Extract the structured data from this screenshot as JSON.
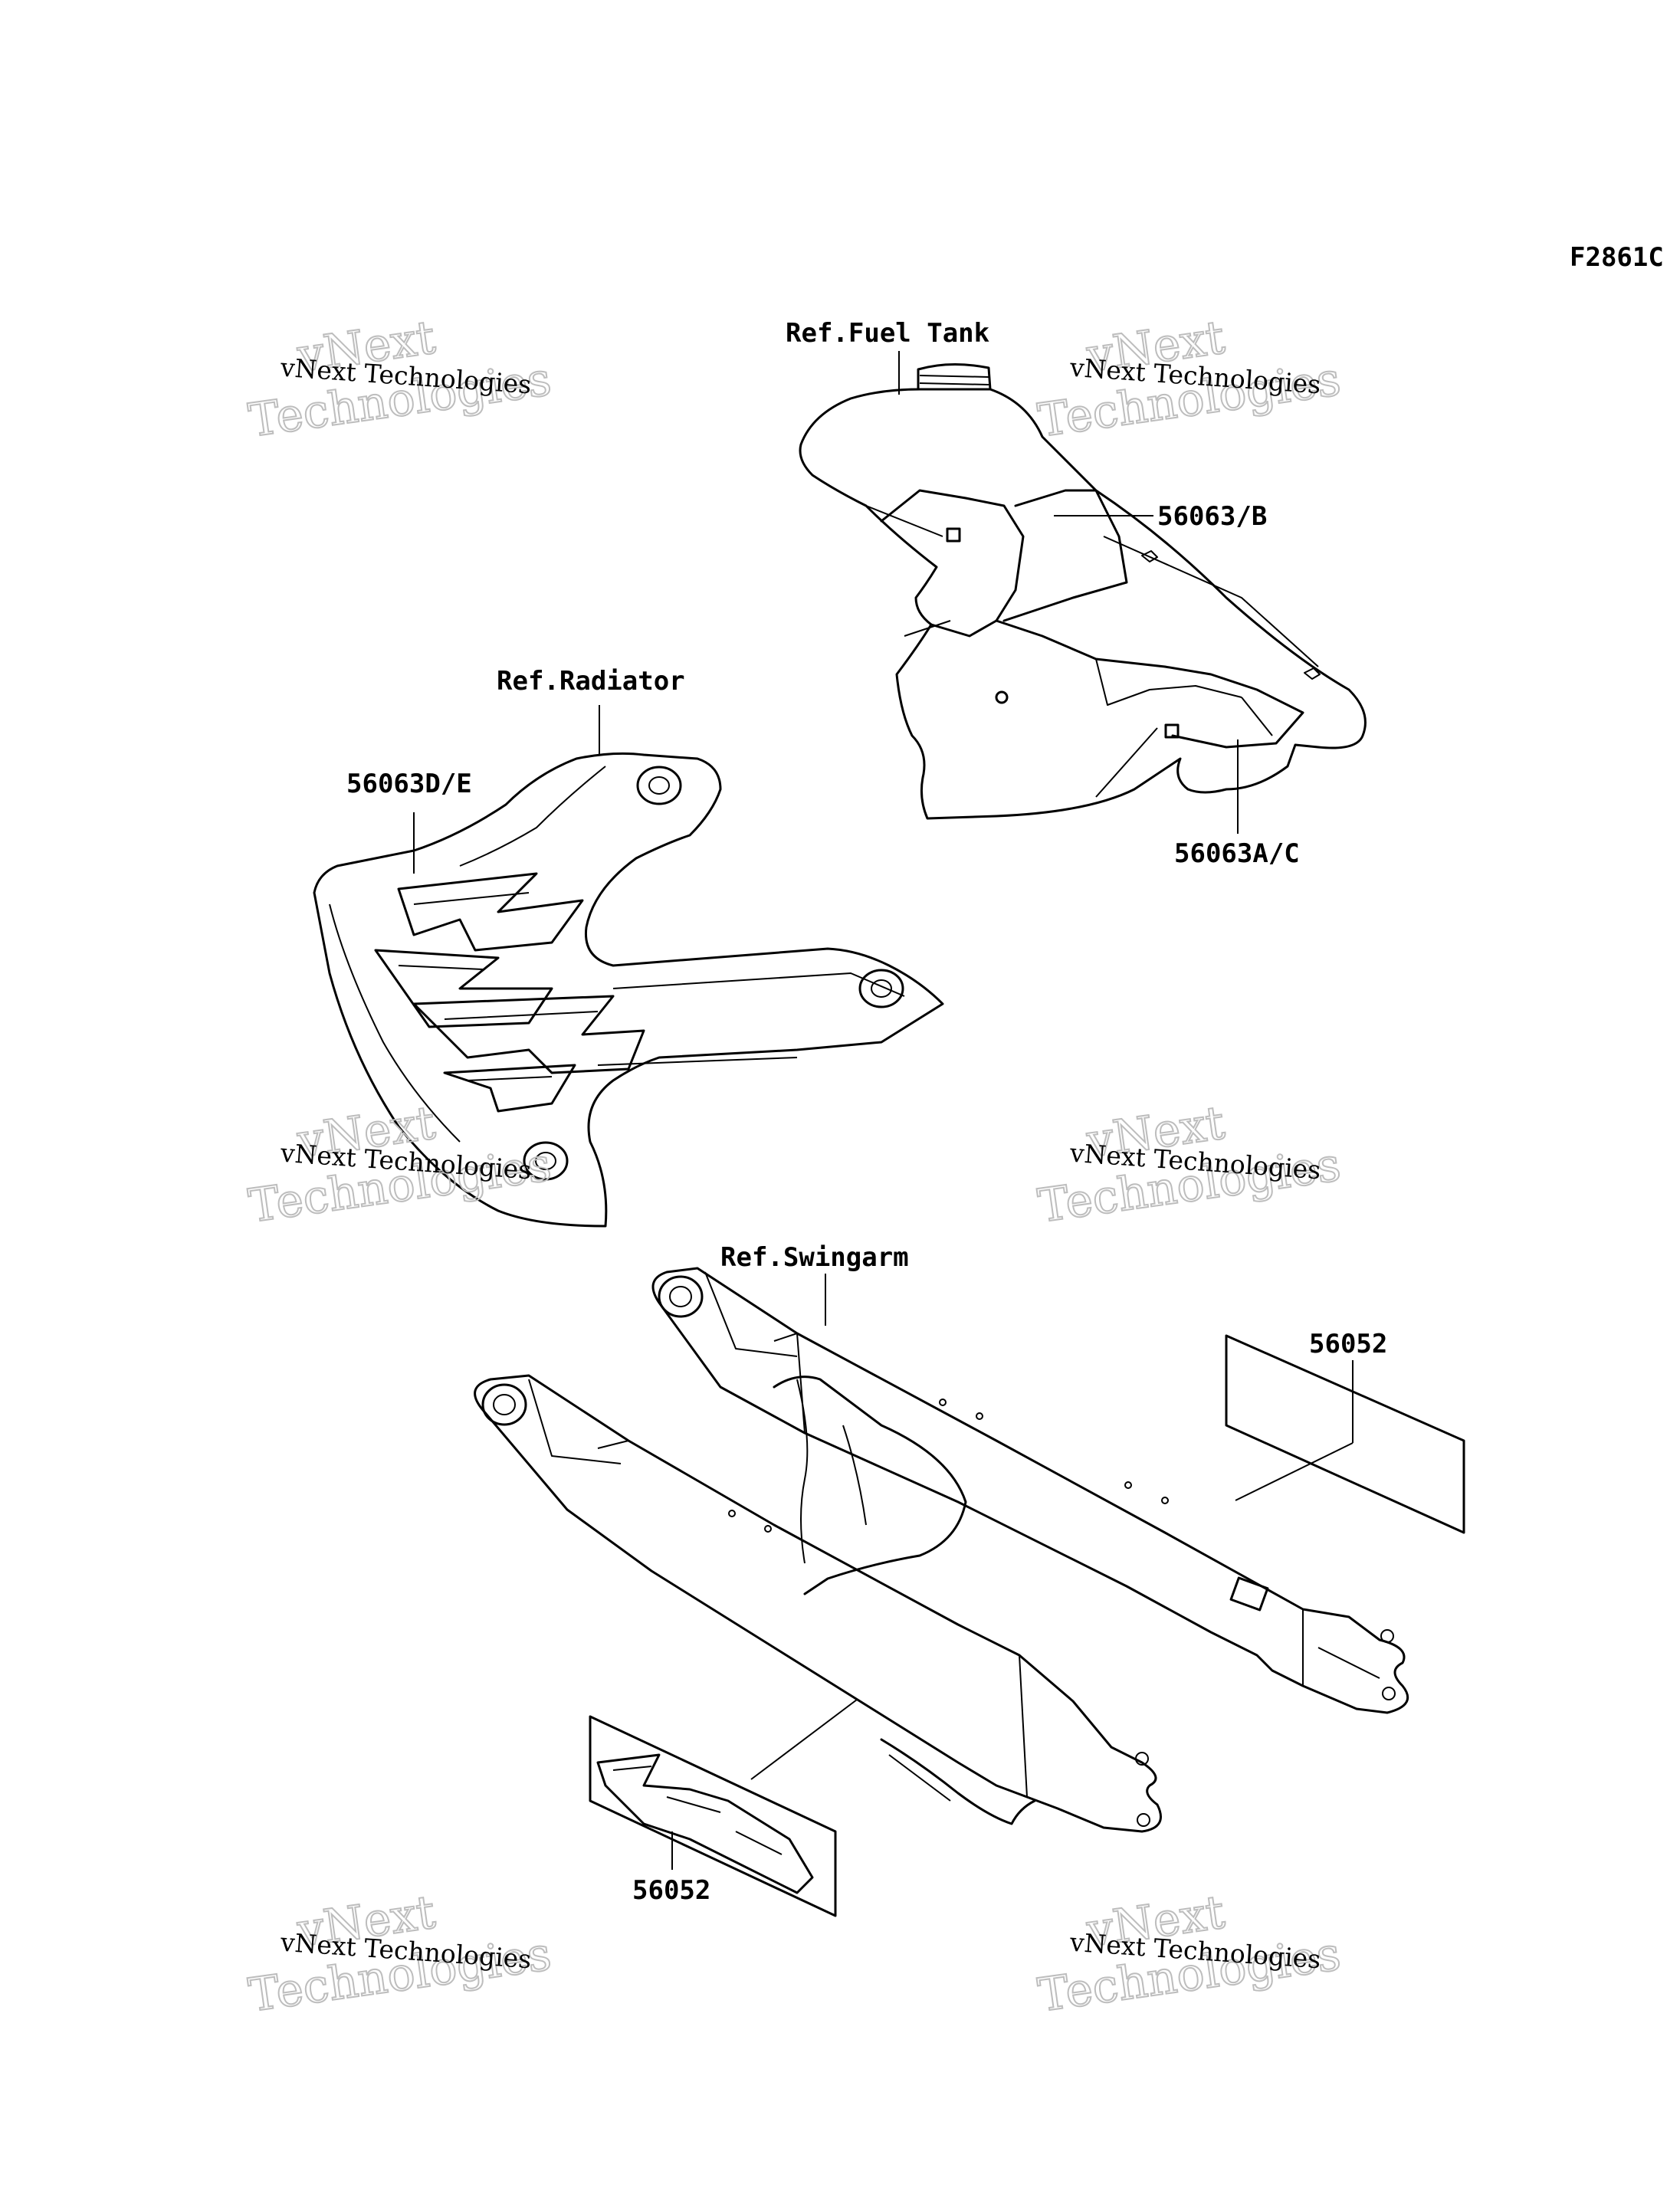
{
  "figure_code": "F2861C",
  "labels": {
    "ref_fuel_tank": "Ref.Fuel Tank",
    "ref_radiator": "Ref.Radiator",
    "ref_swingarm": "Ref.Swingarm",
    "part_56063b": "56063/B",
    "part_56063ac": "56063A/C",
    "part_56063de": "56063D/E",
    "part_56052_right": "56052",
    "part_56052_left": "56052"
  },
  "watermark": {
    "line_small": "vNext Technologies",
    "line_big_1": "vNext",
    "line_big_2": "Technologies"
  },
  "colors": {
    "line": "#000000",
    "watermark_outline": "#bdbdbd",
    "background": "#ffffff"
  }
}
